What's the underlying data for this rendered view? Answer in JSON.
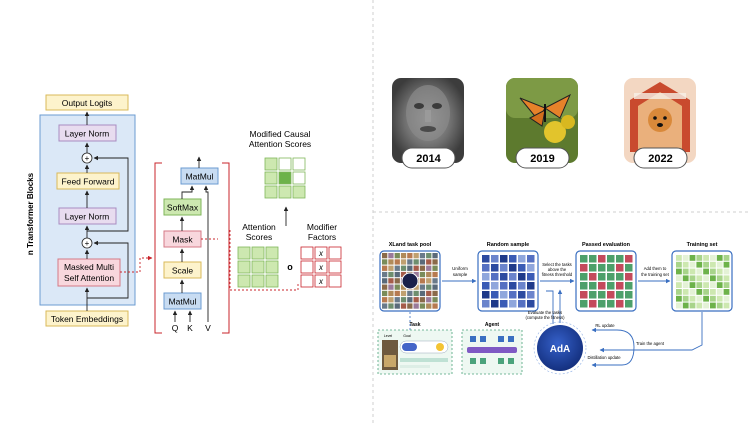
{
  "transformer": {
    "output_logits": "Output Logits",
    "layer_norm_top": "Layer Norm",
    "feed_forward": "Feed Forward",
    "layer_norm_mid": "Layer Norm",
    "masked_attention_line1": "Masked Multi",
    "masked_attention_line2": "Self Attention",
    "token_embeddings": "Token Embeddings",
    "blocks_label": "n Transformer Blocks",
    "plus_symbol": "+"
  },
  "attention": {
    "matmul_top": "MatMul",
    "softmax": "SoftMax",
    "mask": "Mask",
    "scale": "Scale",
    "matmul_bottom": "MatMul",
    "q": "Q",
    "k": "K",
    "v": "V",
    "modified_title_line1": "Modified Causal",
    "modified_title_line2": "Attention Scores",
    "scores_line1": "Attention",
    "scores_line2": "Scores",
    "factors_line1": "Modifier",
    "factors_line2": "Factors",
    "times_symbol": "o",
    "x_symbol": "x"
  },
  "timeline": {
    "items": [
      {
        "year": "2014"
      },
      {
        "year": "2019"
      },
      {
        "year": "2022"
      }
    ]
  },
  "ada": {
    "pool_title": "XLand task pool",
    "uniform_line1": "Uniform",
    "uniform_line2": "sample",
    "random_title": "Random sample",
    "select_line1": "Select the tasks",
    "select_line2": "above the",
    "select_line3": "fitness threshold",
    "passed_title": "Passed evaluation",
    "add_line1": "Add them to",
    "add_line2": "the training set",
    "training_title": "Training set",
    "eval_line1": "Evaluate the tasks",
    "eval_line2": "(compute the fitness)",
    "rl_update": "RL update",
    "train_agent": "Train the agent",
    "distill_update": "Distillation update",
    "task_title": "Task",
    "agent_title": "Agent",
    "ada_label": "AdA",
    "level_label": "Level",
    "goal_label": "Goal"
  },
  "colors": {
    "blue_panel": "#dbe8f7",
    "blue_border": "#6b9bd1",
    "pink": "#f8d7dd",
    "pink_border": "#d47a86",
    "yellow": "#fdf3cc",
    "yellow_border": "#d9b95a",
    "lavender": "#e8dcef",
    "lavender_border": "#a98cc0",
    "green": "#cde8b0",
    "green_border": "#7fb65a",
    "light_blue": "#c8dcf2",
    "red": "#c9242b",
    "navy": "#1a3f8f",
    "dark_blue": "#253f9a"
  }
}
